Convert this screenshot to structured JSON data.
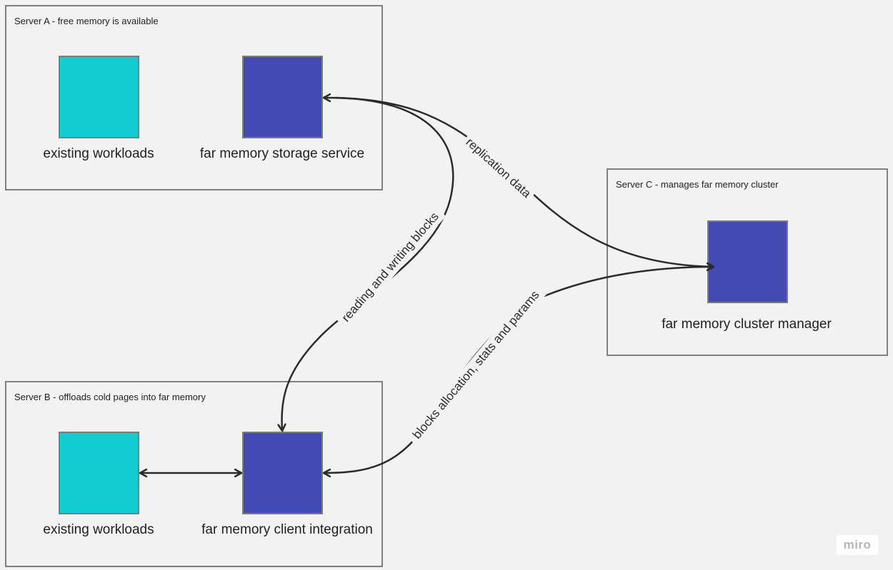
{
  "servers": {
    "a": {
      "title": "Server A - free memory is available"
    },
    "b": {
      "title": "Server B - offloads cold pages into far memory"
    },
    "c": {
      "title": "Server C - manages far memory cluster"
    }
  },
  "nodes": {
    "a_workloads": "existing workloads",
    "a_storage": "far memory storage service",
    "b_workloads": "existing workloads",
    "b_client": "far memory client integration",
    "c_manager": "far memory cluster manager"
  },
  "edges": {
    "replication": "replication data",
    "read_write": "reading and writing blocks",
    "allocation": "blocks allocation, stats and params"
  },
  "colors": {
    "workload": "#12ccd4",
    "service": "#424bb2",
    "background": "#f2f2f2",
    "border": "#808080"
  },
  "watermark": "miro"
}
